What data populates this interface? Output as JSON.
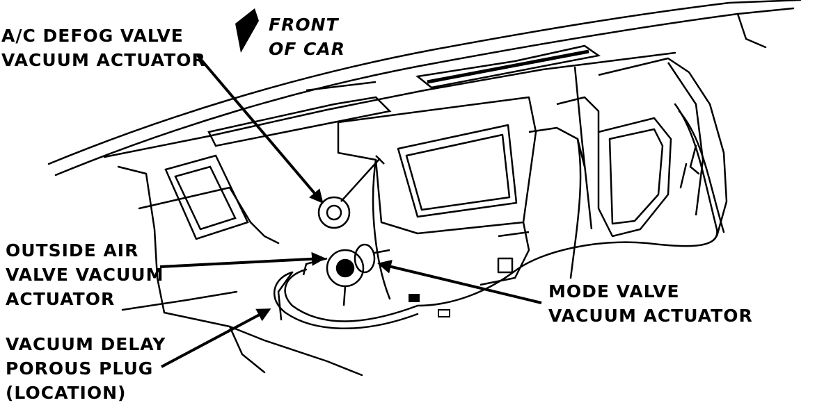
{
  "labels": {
    "front": [
      "FRONT",
      "OF CAR"
    ],
    "defog": [
      "A/C DEFOG VALVE",
      "VACUUM ACTUATOR"
    ],
    "outside": [
      "OUTSIDE AIR",
      "VALVE VACUUM",
      "ACTUATOR"
    ],
    "mode": [
      "MODE VALVE",
      "VACUUM ACTUATOR"
    ],
    "delay": [
      "VACUUM DELAY",
      "POROUS PLUG",
      "(LOCATION)"
    ]
  },
  "colors": {
    "ink": "#000000",
    "paper": "#ffffff"
  }
}
